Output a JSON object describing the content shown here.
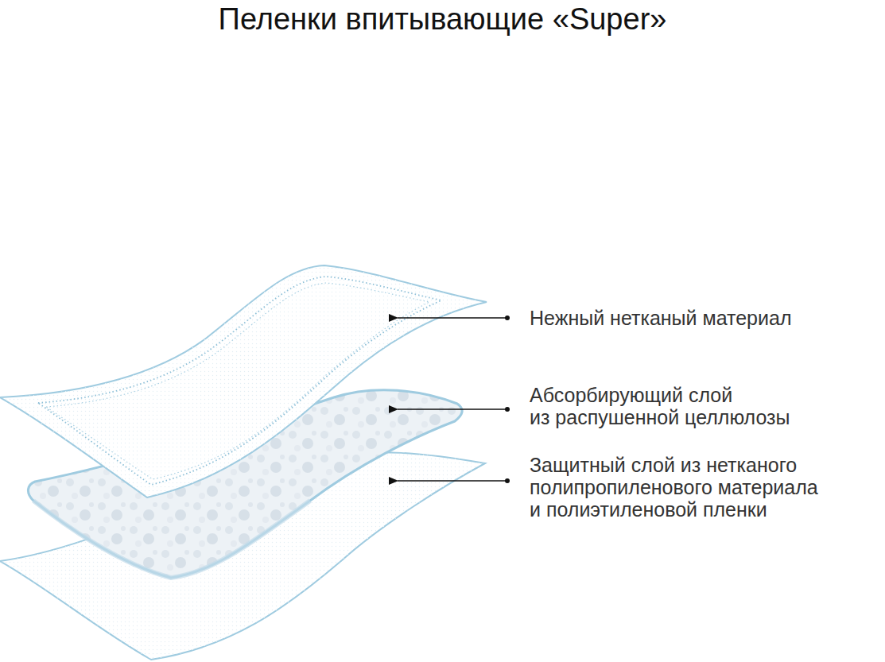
{
  "diagram": {
    "title": "Пеленки впитывающие «Super»",
    "labels": [
      "Нежный нетканый материал",
      "Абсорбирующий слой из распушенной целлюлозы",
      "Защитный слой из нетканого полипропиленового материала и полиэтиленовой пленки"
    ]
  }
}
